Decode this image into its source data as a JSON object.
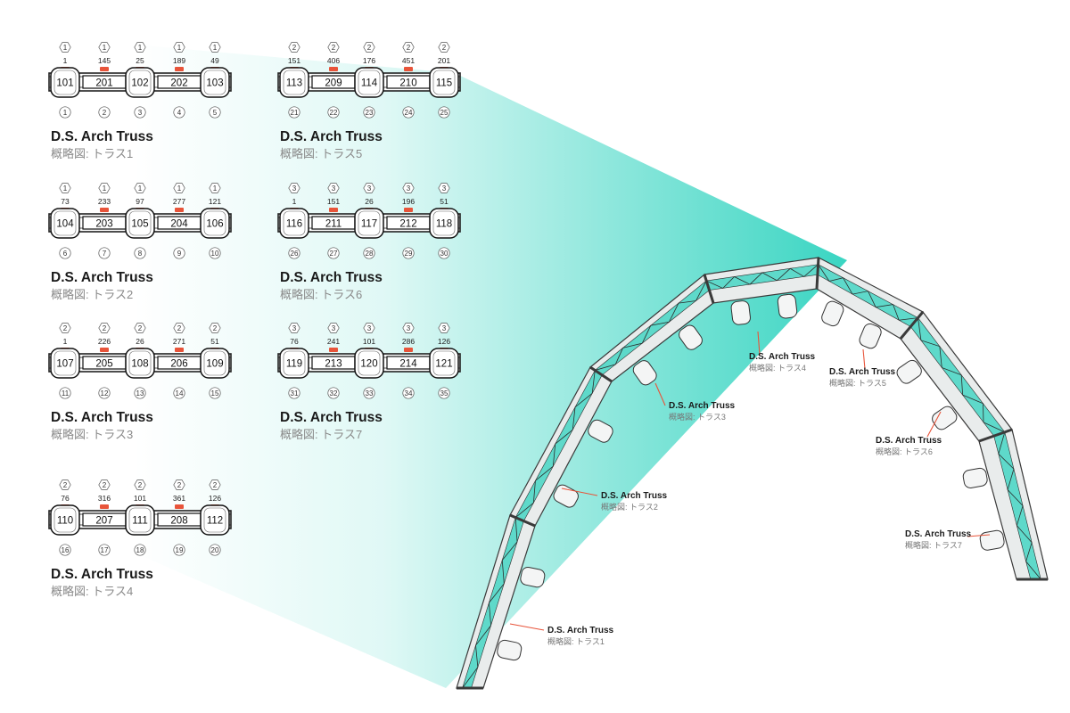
{
  "diagrams": [
    {
      "title": "D.S. Arch Truss",
      "subtitle": "概略図: トラス1",
      "hex": [
        "1",
        "1",
        "1",
        "1",
        "1"
      ],
      "top_nums": [
        "1",
        "145",
        "25",
        "189",
        "49"
      ],
      "fixtures": [
        "101",
        "201",
        "102",
        "202",
        "103"
      ],
      "bottom_nums": [
        "1",
        "2",
        "3",
        "4",
        "5"
      ]
    },
    {
      "title": "D.S. Arch Truss",
      "subtitle": "概略図: トラス2",
      "hex": [
        "1",
        "1",
        "1",
        "1",
        "1"
      ],
      "top_nums": [
        "73",
        "233",
        "97",
        "277",
        "121"
      ],
      "fixtures": [
        "104",
        "203",
        "105",
        "204",
        "106"
      ],
      "bottom_nums": [
        "6",
        "7",
        "8",
        "9",
        "10"
      ]
    },
    {
      "title": "D.S. Arch Truss",
      "subtitle": "概略図: トラス3",
      "hex": [
        "2",
        "2",
        "2",
        "2",
        "2"
      ],
      "top_nums": [
        "1",
        "226",
        "26",
        "271",
        "51"
      ],
      "fixtures": [
        "107",
        "205",
        "108",
        "206",
        "109"
      ],
      "bottom_nums": [
        "11",
        "12",
        "13",
        "14",
        "15"
      ]
    },
    {
      "title": "D.S. Arch Truss",
      "subtitle": "概略図: トラス4",
      "hex": [
        "2",
        "2",
        "2",
        "2",
        "2"
      ],
      "top_nums": [
        "76",
        "316",
        "101",
        "361",
        "126"
      ],
      "fixtures": [
        "110",
        "207",
        "111",
        "208",
        "112"
      ],
      "bottom_nums": [
        "16",
        "17",
        "18",
        "19",
        "20"
      ]
    },
    {
      "title": "D.S. Arch Truss",
      "subtitle": "概略図: トラス5",
      "hex": [
        "2",
        "2",
        "2",
        "2",
        "2"
      ],
      "top_nums": [
        "151",
        "406",
        "176",
        "451",
        "201"
      ],
      "fixtures": [
        "113",
        "209",
        "114",
        "210",
        "115"
      ],
      "bottom_nums": [
        "21",
        "22",
        "23",
        "24",
        "25"
      ]
    },
    {
      "title": "D.S. Arch Truss",
      "subtitle": "概略図: トラス6",
      "hex": [
        "3",
        "3",
        "3",
        "3",
        "3"
      ],
      "top_nums": [
        "1",
        "151",
        "26",
        "196",
        "51"
      ],
      "fixtures": [
        "116",
        "211",
        "117",
        "212",
        "118"
      ],
      "bottom_nums": [
        "26",
        "27",
        "28",
        "29",
        "30"
      ]
    },
    {
      "title": "D.S. Arch Truss",
      "subtitle": "概略図: トラス7",
      "hex": [
        "3",
        "3",
        "3",
        "3",
        "3"
      ],
      "top_nums": [
        "76",
        "241",
        "101",
        "286",
        "126"
      ],
      "fixtures": [
        "119",
        "213",
        "120",
        "214",
        "121"
      ],
      "bottom_nums": [
        "31",
        "32",
        "33",
        "34",
        "35"
      ]
    }
  ],
  "arch_labels": [
    {
      "title": "D.S. Arch Truss",
      "subtitle": "概略図: トラス1"
    },
    {
      "title": "D.S. Arch Truss",
      "subtitle": "概略図: トラス2"
    },
    {
      "title": "D.S. Arch Truss",
      "subtitle": "概略図: トラス3"
    },
    {
      "title": "D.S. Arch Truss",
      "subtitle": "概略図: トラス4"
    },
    {
      "title": "D.S. Arch Truss",
      "subtitle": "概略図: トラス5"
    },
    {
      "title": "D.S. Arch Truss",
      "subtitle": "概略図: トラス6"
    },
    {
      "title": "D.S. Arch Truss",
      "subtitle": "概略図: トラス7"
    }
  ],
  "colors": {
    "accent_teal": "#2fd3bf",
    "marker_red": "#e8543a",
    "outline": "#333333"
  }
}
